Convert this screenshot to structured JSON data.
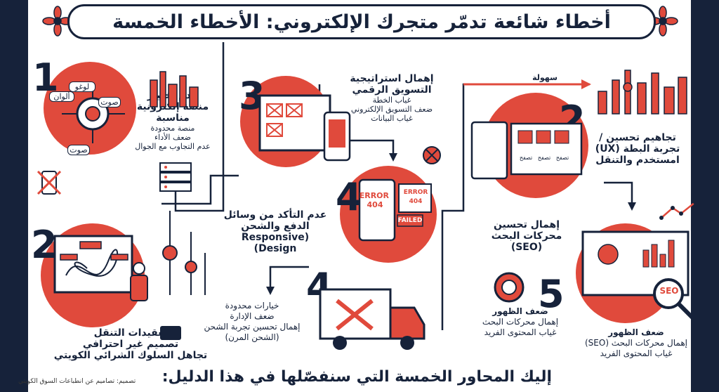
{
  "title": "أخطاء شائعة تدمّر متجرك الإلكتروني: الأخطاء الخمسة",
  "footer": "إليك المحاور الخمسة التي سنفصّلها في هذا الدليل:",
  "credit": "تصميم: تصاميم عن انطباعات السوق الكويتي",
  "colors": {
    "navy": "#16223a",
    "red": "#e04a3c",
    "light_red": "#f2a79f"
  },
  "sections": {
    "s1": {
      "number": "1",
      "title": "عدم اختيار منصة إلكترونية مناسبة",
      "lines": [
        "منصة محدودة",
        "ضعف الأداء",
        "عدم التجاوب مع الجوال"
      ],
      "bubbles": [
        "لوغو",
        "ألوان",
        "صوت",
        "صوت"
      ]
    },
    "s2": {
      "number": "2",
      "lines": [
        "تعقيدات التنقل",
        "تصميم غير احترافي",
        "تجاهل السلوك الشرائي الكويتي"
      ]
    },
    "s3": {
      "number": "3",
      "title": "إهمال استراتيجية التسويق الرقمي",
      "lines": [
        "غياب الخطة",
        "ضعف التسويق الإلكتروني",
        "غياب البيانات"
      ]
    },
    "s4a": {
      "number": "4",
      "title": "عدم التأكد من وسائل الدفع والشحن",
      "sub": "(Responsive Design)",
      "errors": [
        "ERROR 404",
        "ERROR 404",
        "FAILED"
      ]
    },
    "s4b": {
      "number": "4",
      "lines": [
        "خيارات محدودة",
        "ضعف الإدارة",
        "إهمال تحسين تجربة الشحن",
        "(الشحن المرن)"
      ]
    },
    "s2r": {
      "number": "2",
      "title": "تجاهيم تحسين / تجربة البطة (UX) امستخدم والتنقل",
      "label": "سهولة",
      "buttons": [
        "تصفح",
        "تصفح",
        "تصفح"
      ]
    },
    "seo": {
      "title": "إهمال تحسين محركات البحث (SEO)"
    },
    "s5": {
      "number": "5",
      "lines": [
        "ضعف الظهور",
        "إهمال محركات البحث",
        "غياب المحتوى الفريد"
      ]
    },
    "s5r": {
      "lines": [
        "ضعف الظهور",
        "إهمال محركات البحث (SEO)",
        "غياب المحتوى الفريد"
      ],
      "badge": "SEO"
    }
  }
}
